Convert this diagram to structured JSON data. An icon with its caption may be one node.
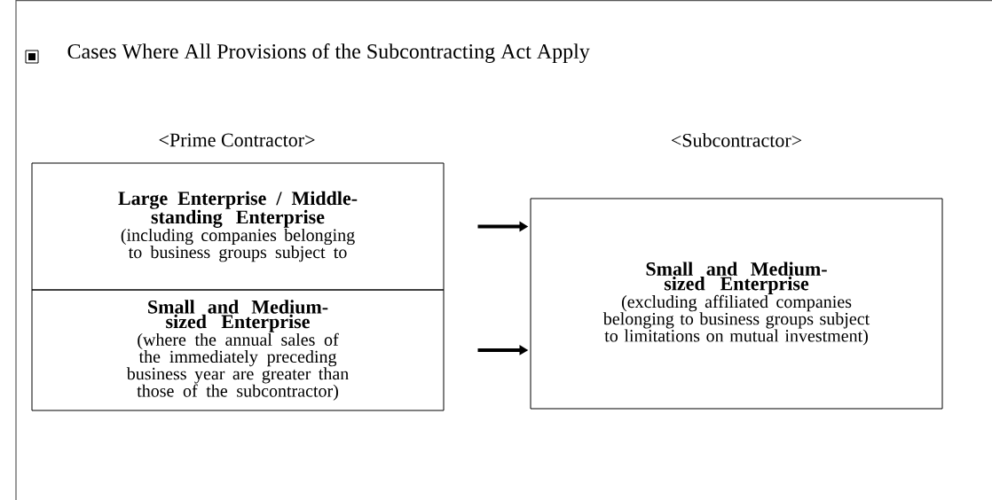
{
  "diagram": {
    "title": "Cases Where All Provisions of the Subcontracting Act Apply",
    "nodes": [
      {
        "text": [
          "Large Enterprise / Middle-standing Enterprise",
          "(including companies belonging to business groups subject to"
        ]
      },
      {
        "text": [
          "Small and Medium-sized Enterprise",
          "(where the annual sales of the immediately preceding business year are greater than those of the subcontractor)"
        ]
      },
      {
        "text": [
          "Small and Medium-sized Enterprise",
          "(excluding affiliated companies belonging to business groups subject to limitations on mutual investment)"
        ]
      }
    ],
    "edges": [
      {
        "from": 0,
        "to": 2,
        "arrow": "to"
      },
      {
        "from": 1,
        "to": 2,
        "arrow": "to"
      }
    ],
    "labels": [
      "<Prime Contractor>",
      "<Subcontractor>"
    ]
  }
}
